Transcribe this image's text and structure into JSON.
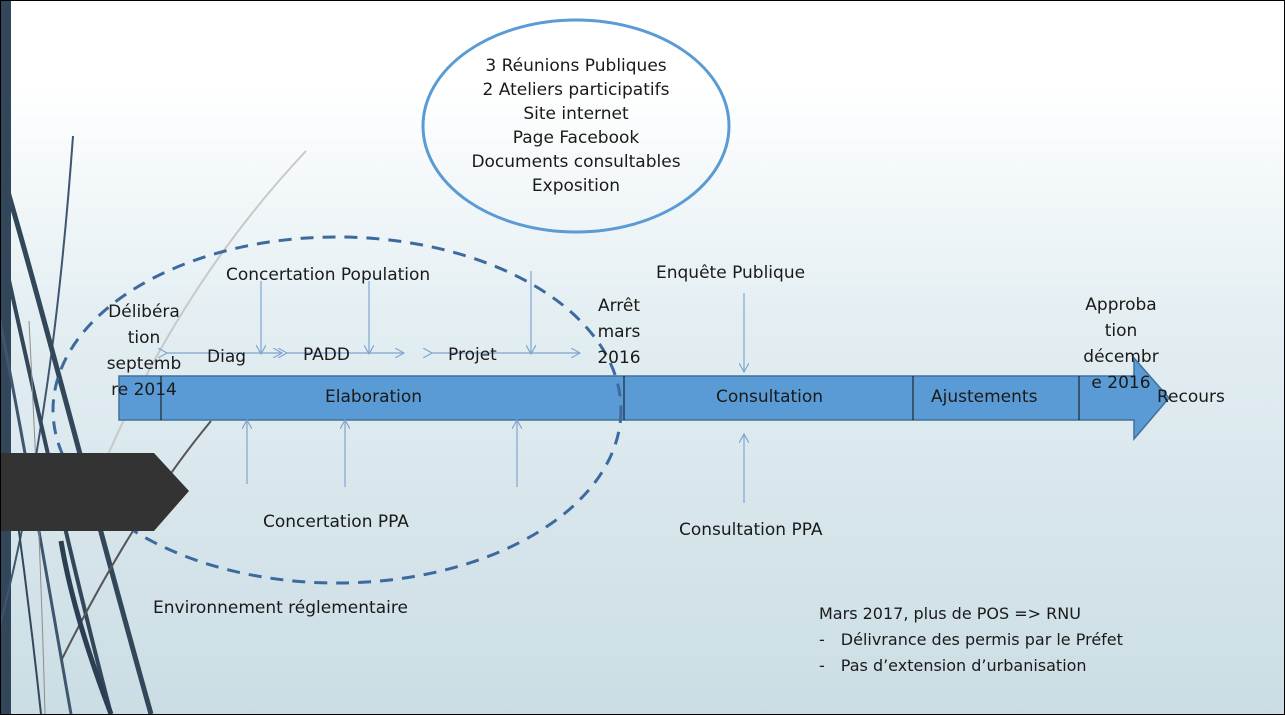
{
  "circle_items": [
    "3 Réunions Publiques",
    "2 Ateliers participatifs",
    "Site internet",
    "Page Facebook",
    "Documents consultables",
    "Exposition"
  ],
  "top_labels": {
    "concertation_population": "Concertation Population",
    "enquete_publique": "Enquête Publique"
  },
  "start_milestone": [
    "Délibéra",
    "tion",
    "septemb",
    "re 2014"
  ],
  "arret_milestone": [
    "Arrêt",
    "mars",
    "2016"
  ],
  "approbation_milestone": [
    "Approba",
    "tion",
    "décembr",
    "e 2016"
  ],
  "sub_phases": {
    "diag": "Diag",
    "padd": "PADD",
    "projet": "Projet"
  },
  "phases": {
    "elaboration": "Elaboration",
    "consultation": "Consultation",
    "ajustements": "Ajustements",
    "recours": "Recours"
  },
  "bottom_labels": {
    "concertation_ppa": "Concertation PPA",
    "consultation_ppa": "Consultation PPA",
    "environnement": "Environnement réglementaire"
  },
  "note": {
    "heading": "Mars 2017, plus de POS => RNU",
    "bullets": [
      "Délivrance des permis par le Préfet",
      "Pas d’extension d’urbanisation"
    ],
    "bullet_marker": "-"
  },
  "colors": {
    "arrow": "#5b9bd5",
    "arrow_border": "#41719c",
    "circle": "#5b9bd5",
    "dashed_oval": "#3d6a9e",
    "thin_arrows": "#7ea6d0",
    "tab": "#333333",
    "bar": "#33475a"
  }
}
